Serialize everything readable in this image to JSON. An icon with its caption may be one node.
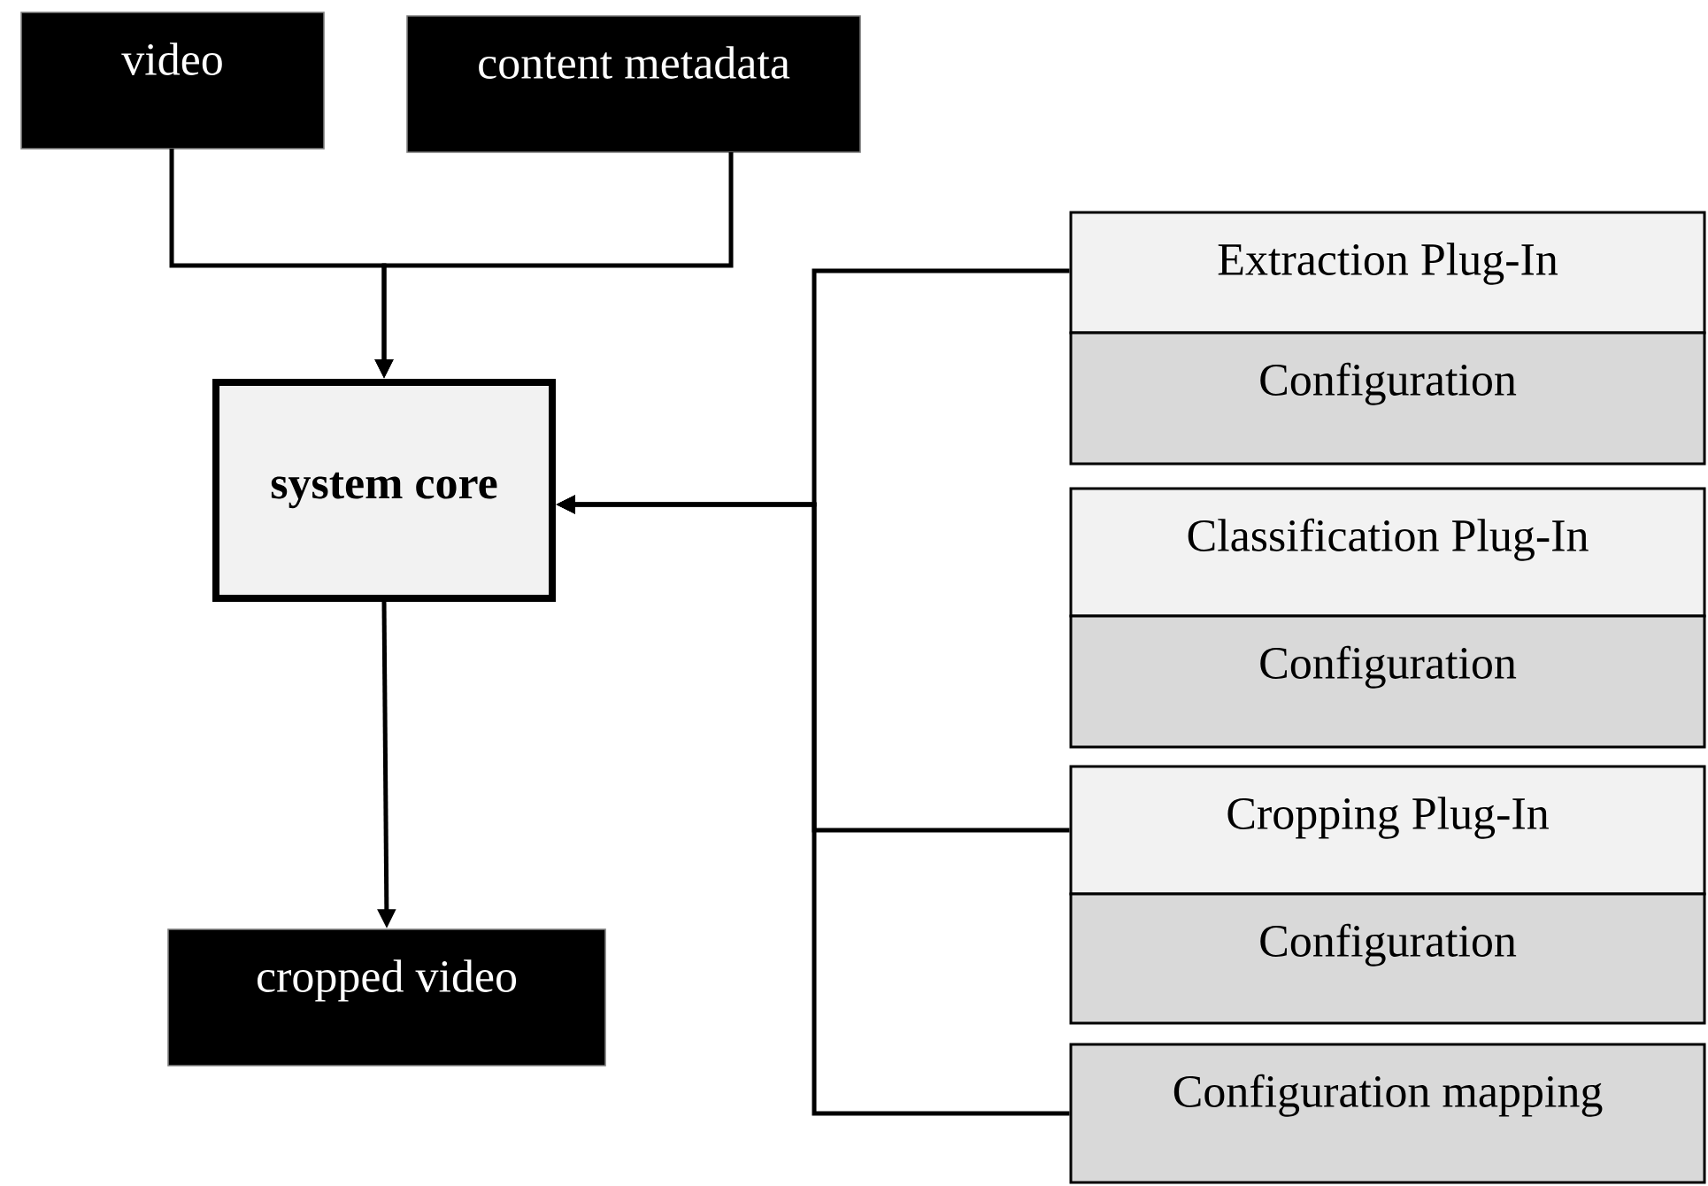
{
  "diagram": {
    "nodes": [
      {
        "text": [
          "video"
        ]
      },
      {
        "text": [
          "content metadata"
        ]
      },
      {
        "text": [
          "system core"
        ]
      },
      {
        "text": [
          "Extraction Plug-In"
        ]
      },
      {
        "text": [
          "Configuration"
        ]
      },
      {
        "text": [
          "Classification Plug-In"
        ]
      },
      {
        "text": [
          "Configuration"
        ]
      },
      {
        "text": [
          "Cropping Plug-In"
        ]
      },
      {
        "text": [
          "Configuration"
        ]
      },
      {
        "text": [
          "Configuration mapping"
        ]
      },
      {
        "text": [
          "cropped video"
        ]
      }
    ],
    "edges": [
      {
        "from": 0,
        "to": 2,
        "arrow": "to"
      },
      {
        "from": 1,
        "to": 2,
        "arrow": "to"
      },
      {
        "from": 3,
        "to": 2,
        "arrow": "to"
      },
      {
        "from": 7,
        "to": 2,
        "arrow": "to"
      },
      {
        "from": 9,
        "to": 2,
        "arrow": "to"
      },
      {
        "from": 2,
        "to": 10,
        "arrow": "to"
      }
    ]
  }
}
